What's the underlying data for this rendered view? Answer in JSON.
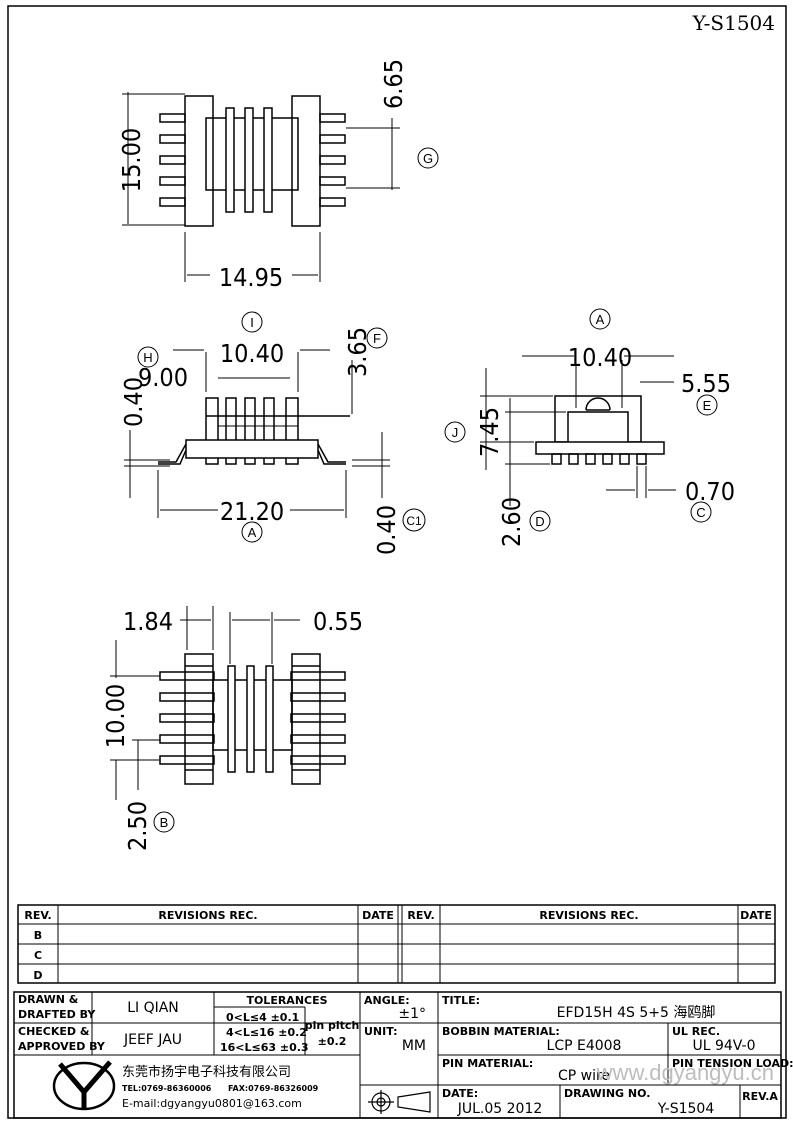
{
  "drawing_id": "Y-S1504",
  "dimensions": {
    "top_view": {
      "height": "15.00",
      "width": "14.95",
      "pitch": "6.65",
      "callout": "G"
    },
    "front_view": {
      "inner": "10.40",
      "inner_callout": "I",
      "core": "9.00",
      "core_callout": "H",
      "pin_top": "3.65",
      "pin_top_callout": "F",
      "foot": "0.40",
      "overall": "21.20",
      "overall_callout": "A",
      "thickness": "0.40",
      "thickness_callout": "C1"
    },
    "side_view": {
      "top_callout": "A",
      "width": "10.40",
      "offset": "5.55",
      "offset_callout": "E",
      "height": "7.45",
      "height_callout": "J",
      "standoff": "2.60",
      "standoff_callout": "D",
      "pin_width": "0.70",
      "pin_width_callout": "C"
    },
    "bottom_view": {
      "pin_width": "1.84",
      "pin_dia": "0.55",
      "span": "10.00",
      "pin_pitch": "2.50",
      "pitch_callout": "B"
    }
  },
  "revisions": {
    "headers": {
      "rev": "REV.",
      "revisions": "REVISIONS   REC.",
      "date": "DATE"
    },
    "rows": [
      "B",
      "C",
      "D"
    ]
  },
  "title_block": {
    "drawn_label": "DRAWN &\nDRAFTED BY",
    "drawn_value": "LI QIAN",
    "checked_label": "CHECKED &\nAPPROVED BY",
    "checked_value": "JEEF JAU",
    "tolerances_label": "TOLERANCES",
    "tolerance_rows": [
      "0<L≤4    ±0.1",
      "4<L≤16  ±0.2",
      "16<L≤63  ±0.3"
    ],
    "pin_pitch_label": "pin pitch",
    "pin_pitch_value": "±0.2",
    "angle_label": "ANGLE:",
    "angle_value": "±1°",
    "unit_label": "UNIT:",
    "unit_value": "MM",
    "title_label": "TITLE:",
    "title_value": "EFD15H  4S  5+5 海鸥脚",
    "bobbin_label": "BOBBIN MATERIAL:",
    "bobbin_value": "LCP  E4008",
    "ul_label": "UL REC.",
    "ul_value": "UL  94V-0",
    "pin_material_label": "PIN MATERIAL:",
    "pin_material_value": "CP wire",
    "pin_tension_label": "PIN TENSION LOAD:",
    "date_label": "DATE:",
    "date_value": "JUL.05  2012",
    "drawing_no_label": "DRAWING NO.",
    "drawing_no_value": "Y-S1504",
    "rev_label": "REV.A"
  },
  "company": {
    "name": "东莞市扬宇电子科技有限公司",
    "tel": "TEL:0769-86360006",
    "fax": "FAX:0769-86326009",
    "email": "E-mail:dgyangyu0801@163.com",
    "watermark": "www.dgyangyu.cn"
  }
}
